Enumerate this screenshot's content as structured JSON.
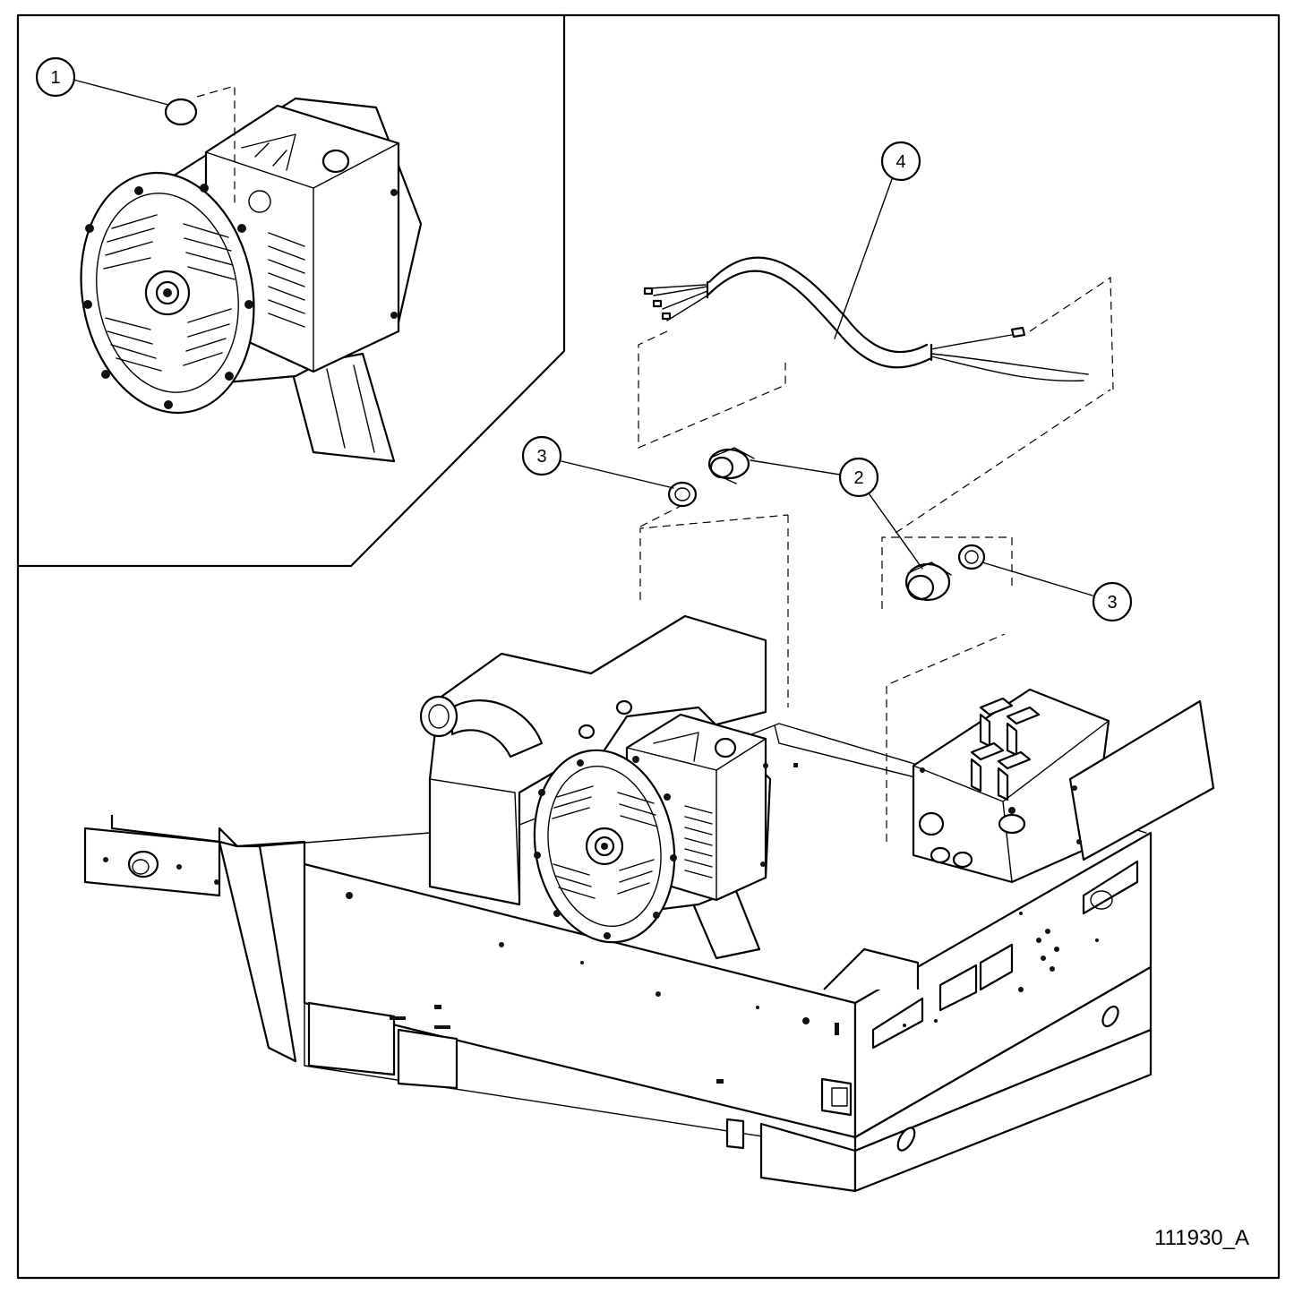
{
  "drawing_id": "111930_A",
  "callouts": [
    {
      "label": "1"
    },
    {
      "label": "4"
    },
    {
      "label": "3"
    },
    {
      "label": "2"
    },
    {
      "label": "2"
    },
    {
      "label": "3"
    }
  ]
}
